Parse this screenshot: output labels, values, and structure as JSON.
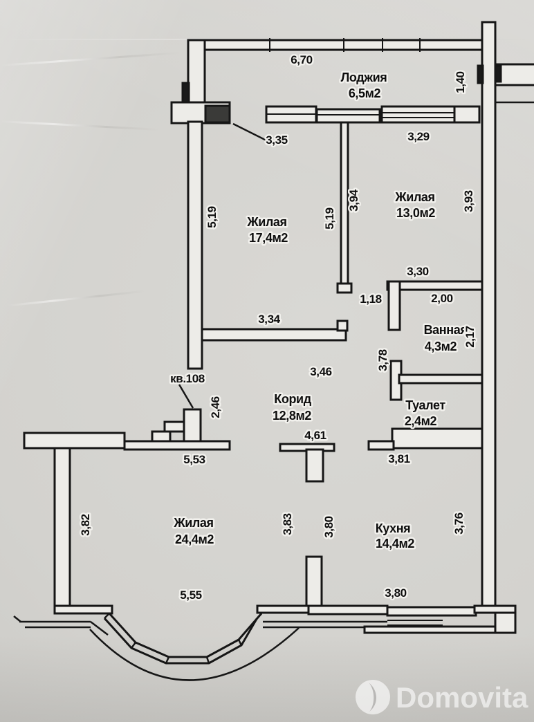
{
  "plan": {
    "apartment": "кв.108",
    "watermark": "Domovita",
    "rooms": {
      "loggia": {
        "name": "Лоджия",
        "area": "6,5м2"
      },
      "living1": {
        "name": "Жилая",
        "area": "17,4м2"
      },
      "living2": {
        "name": "Жилая",
        "area": "13,0м2"
      },
      "bath": {
        "name": "Ванная",
        "area": "4,3м2"
      },
      "wc": {
        "name": "Туалет",
        "area": "2,4м2"
      },
      "corridor": {
        "name": "Корид",
        "area": "12,8м2"
      },
      "living3": {
        "name": "Жилая",
        "area": "24,4м2"
      },
      "kitchen": {
        "name": "Кухня",
        "area": "14,4м2"
      }
    },
    "dims": {
      "d670": "6,70",
      "d140": "1,40",
      "d335": "3,35",
      "d329": "3,29",
      "d519a": "5,19",
      "d519b": "5,19",
      "d394": "3,94",
      "d393": "3,93",
      "d330": "3,30",
      "d118": "1,18",
      "d200": "2,00",
      "d217": "2,17",
      "d378": "3,78",
      "d346": "3,46",
      "d334": "3,34",
      "d246": "2,46",
      "d381": "3,81",
      "d461": "4,61",
      "d553": "5,53",
      "d382": "3,82",
      "d383": "3,83",
      "d555": "5,55",
      "d380a": "3,80",
      "d376": "3,76",
      "d380b": "3,80"
    }
  }
}
